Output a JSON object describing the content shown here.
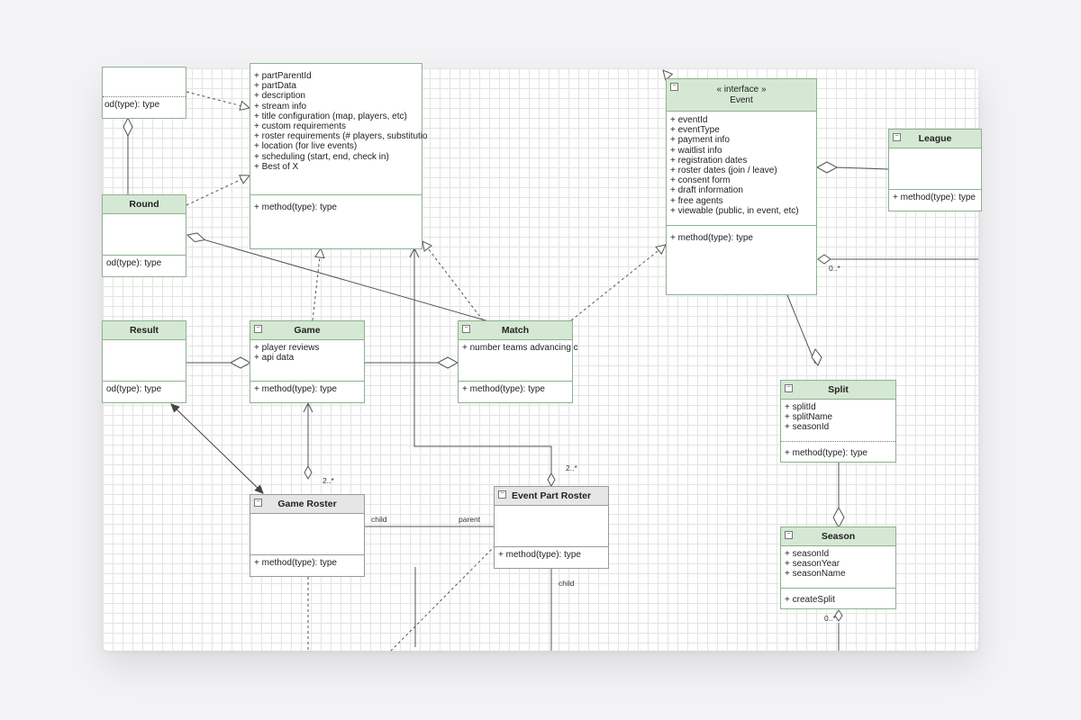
{
  "diagram": {
    "partialTop": {
      "attributes": [
        "+ partParentId",
        "+ partData",
        "+ description",
        "+ stream info",
        "+ title configuration (map, players, etc)",
        "+ custom requirements",
        "+ roster requirements (# players, substitutio",
        "+ location (for live events)",
        "+ scheduling (start, end, check in)",
        "+ Best of X"
      ],
      "methods": [
        "+ method(type): type"
      ]
    },
    "partialTopLeft": {
      "methods": [
        "od(type): type"
      ]
    },
    "round": {
      "name": "Round",
      "methods": [
        "od(type): type"
      ]
    },
    "result": {
      "name": "Result",
      "methods": [
        "od(type): type"
      ]
    },
    "game": {
      "name": "Game",
      "attributes": [
        "+ player reviews",
        "+ api data"
      ],
      "methods": [
        "+ method(type): type"
      ]
    },
    "match": {
      "name": "Match",
      "attributes": [
        "+ number teams advancing c"
      ],
      "methods": [
        "+ method(type): type"
      ]
    },
    "event": {
      "stereotype": "« interface »",
      "name": "Event",
      "attributes": [
        "+ eventId",
        "+ eventType",
        "+ payment info",
        "+ waitlist info",
        "+ registration dates",
        "+ roster dates (join / leave)",
        "+ consent form",
        "+ draft information",
        "+ free agents",
        "+ viewable (public, in event, etc)"
      ],
      "methods": [
        "+ method(type): type"
      ]
    },
    "league": {
      "name": "League",
      "methods": [
        "+ method(type): type"
      ]
    },
    "split": {
      "name": "Split",
      "attributes": [
        "+ splitId",
        "+ splitName",
        "+ seasonId"
      ],
      "methods": [
        "+ method(type): type"
      ]
    },
    "season": {
      "name": "Season",
      "attributes": [
        "+ seasonId",
        "+ seasonYear",
        "+ seasonName"
      ],
      "methods": [
        "+ createSplit"
      ]
    },
    "gameRoster": {
      "name": "Game Roster",
      "methods": [
        "+ method(type): type"
      ]
    },
    "eventPartRoster": {
      "name": "Event Part Roster",
      "methods": [
        "+ method(type): type"
      ]
    },
    "labels": {
      "mult_event_right": "0..*",
      "mult_game_roster": "2..*",
      "mult_event_part_roster": "2..*",
      "mult_season_bottom": "0..*",
      "child_game_roster": "child",
      "parent_event_part_roster": "parent",
      "child_event_part_roster": "child"
    },
    "collapse_glyph": "−"
  }
}
